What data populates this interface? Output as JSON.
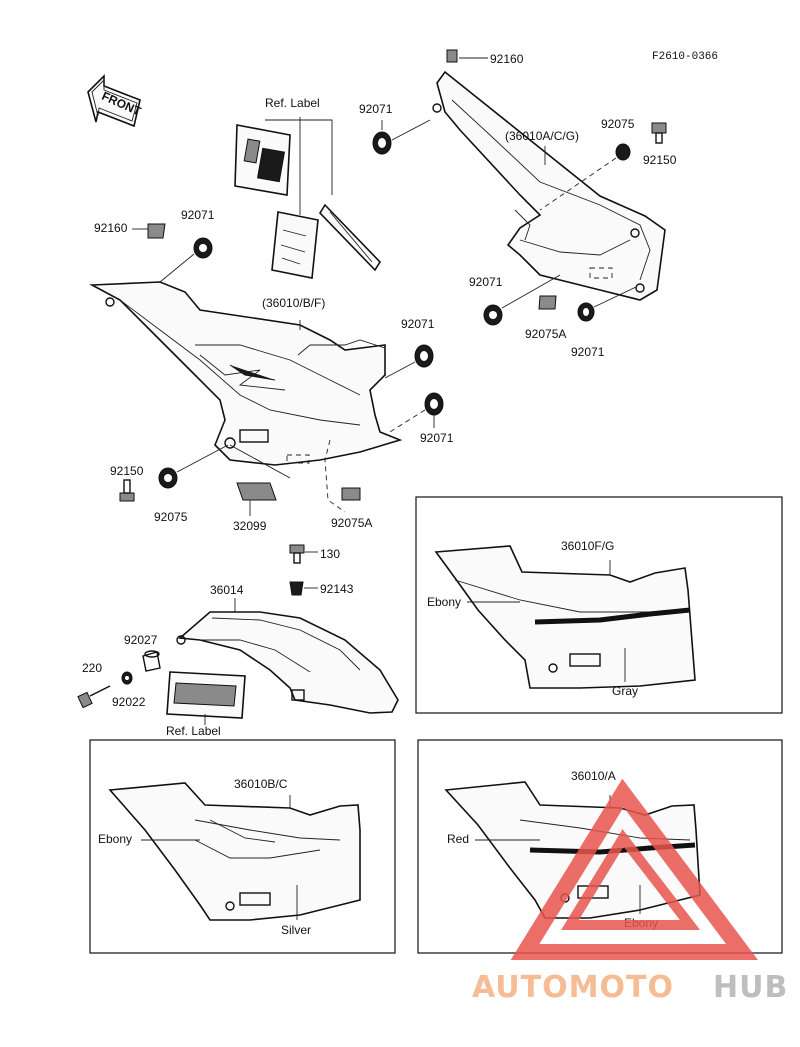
{
  "figure_code": "F2610-0366",
  "front_arrow": "FRONT",
  "labels": {
    "ref_label_top": "Ref. Label",
    "ref_label_bottom": "Ref. Label",
    "p92160_top": "92160",
    "p92071_top": "92071",
    "p36010_acg": "(36010A/C/G)",
    "p92075_top": "92075",
    "p92150_top": "92150",
    "p92160_left": "92160",
    "p92071_left": "92071",
    "p36010_bf": "(36010/B/F)",
    "p92071_mid": "92071",
    "p92071_right_a": "92071",
    "p92075a_right": "92075A",
    "p92071_right_b": "92071",
    "p92071_lower": "92071",
    "p92150_left": "92150",
    "p92075_left": "92075",
    "p32099": "32099",
    "p92075a_left": "92075A",
    "p130": "130",
    "p92143": "92143",
    "p36014": "36014",
    "p92027": "92027",
    "p220": "220",
    "p92022": "92022"
  },
  "variants": {
    "fg": {
      "part": "36010F/G",
      "color_a": "Ebony",
      "color_b": "Gray"
    },
    "bc": {
      "part": "36010B/C",
      "color_a": "Ebony",
      "color_b": "Silver"
    },
    "a": {
      "part": "36010/A",
      "color_a": "Red",
      "color_b": "Ebony"
    }
  },
  "watermark": {
    "part1": "AUTOMOTO",
    "part2": "HUB",
    "color1": "#f4b183",
    "color2": "#b3b3b3",
    "triangle_color": "#e8554e"
  }
}
